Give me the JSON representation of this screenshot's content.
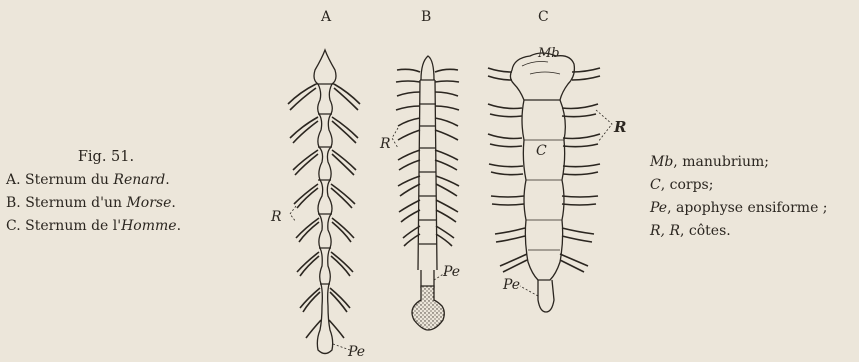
{
  "figure": {
    "title": "Fig. 51.",
    "left_captions": [
      {
        "prefix": "A. Sternum du ",
        "italic": "Renard",
        "suffix": "."
      },
      {
        "prefix": "B. Sternum d'un ",
        "italic": "Morse",
        "suffix": "."
      },
      {
        "prefix": "C. Sternum de l'",
        "italic": "Homme",
        "suffix": "."
      }
    ],
    "panel_labels": [
      "A",
      "B",
      "C"
    ],
    "legend": [
      {
        "symbol": "Mb",
        "text": ", manubrium;"
      },
      {
        "symbol": "C",
        "text": ", corps;"
      },
      {
        "symbol": "Pe",
        "text": ", apophyse ensiforme ;"
      },
      {
        "symbol": "R, R",
        "text": ", côtes."
      }
    ],
    "drawing_labels": {
      "a_r": "R",
      "a_pe": "Pe",
      "b_r": "R",
      "b_pe": "Pe",
      "c_mb": "Mb",
      "c_c": "C",
      "c_r": "R",
      "c_pe": "Pe"
    }
  }
}
